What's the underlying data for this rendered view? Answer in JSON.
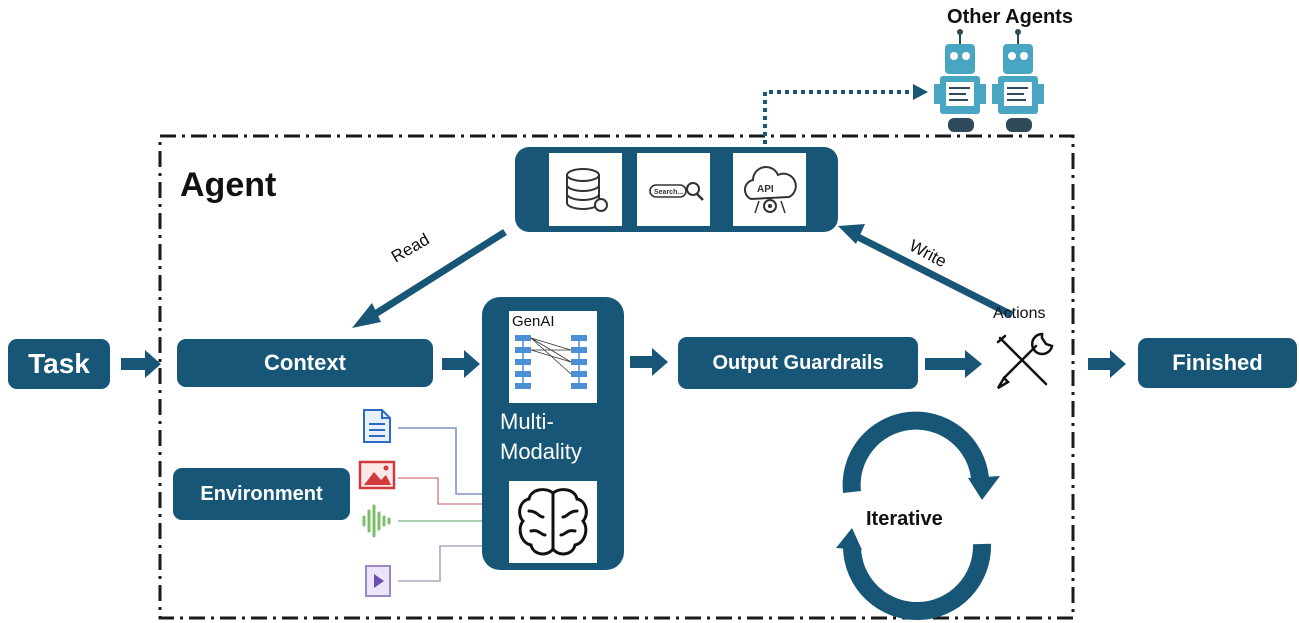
{
  "labels": {
    "task": "Task",
    "context": "Context",
    "environment": "Environment",
    "output_guardrails": "Output Guardrails",
    "finished": "Finished",
    "agent": "Agent",
    "other_agents": "Other Agents",
    "read": "Read",
    "write": "Write",
    "actions": "Actions",
    "multi_modality_line1": "Multi-",
    "multi_modality_line2": "Modality",
    "genai": "GenAI",
    "iterative": "Iterative",
    "search_text": "Search...",
    "api_text": "API"
  },
  "colors": {
    "node": "#175676",
    "dashed_border": "#1a1a1a",
    "connector_blue": "#7f93c6",
    "connector_red": "#d88f8f",
    "connector_green": "#8fbf8f",
    "connector_gray": "#a8a8c0",
    "robot": "#49a6c2"
  },
  "icons": {
    "tools": [
      "database-icon",
      "search-bar-icon",
      "api-cloud-icon"
    ],
    "modalities": [
      "document-icon",
      "image-icon",
      "audio-wave-icon",
      "video-icon"
    ],
    "other": [
      "robot-icon",
      "brain-icon",
      "network-diagram-icon",
      "tools-icon",
      "cycle-arrows-icon"
    ]
  }
}
